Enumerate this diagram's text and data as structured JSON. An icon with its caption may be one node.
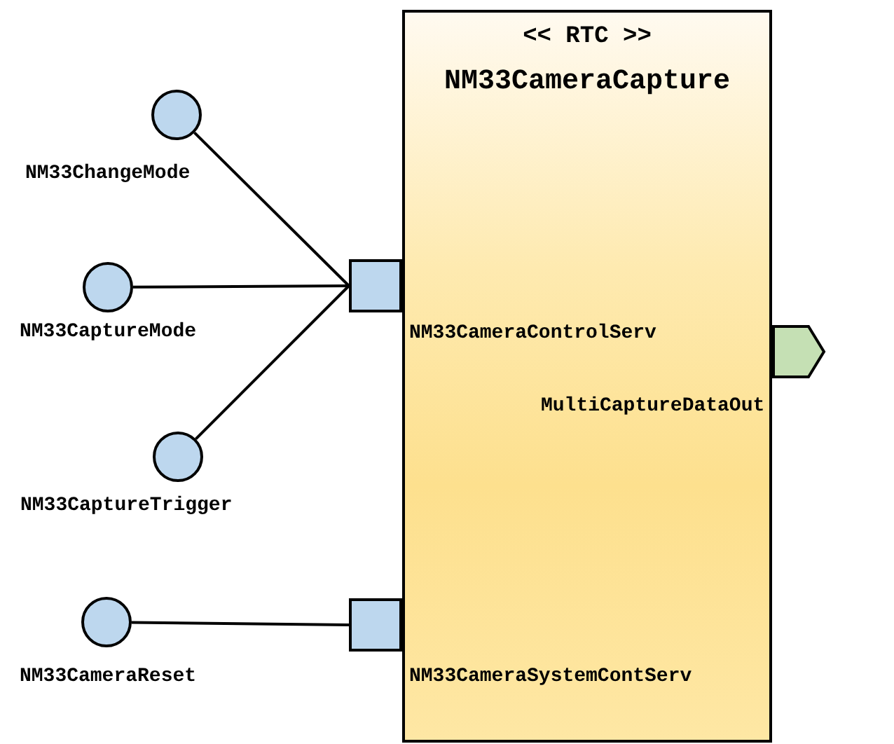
{
  "diagram": {
    "nodes": [
      {
        "text": [
          "<< RTC >>",
          "NM33CameraCapture"
        ]
      },
      {
        "text": [],
        "shape": "box"
      },
      {
        "text": [],
        "shape": "box"
      },
      {
        "text": [],
        "shape": "pentagon"
      },
      {
        "text": [],
        "shape": "circle",
        "beside": [
          "NM33ChangeMode"
        ]
      },
      {
        "text": [],
        "shape": "circle",
        "beside": [
          "NM33CaptureMode"
        ]
      },
      {
        "text": [],
        "shape": "circle",
        "beside": [
          "NM33CaptureTrigger"
        ]
      },
      {
        "text": [],
        "shape": "circle",
        "beside": [
          "NM33CameraReset"
        ]
      }
    ],
    "edges": [
      {
        "from": 4,
        "to": 1,
        "arrow": "none"
      },
      {
        "from": 5,
        "to": 1,
        "arrow": "none"
      },
      {
        "from": 6,
        "to": 1,
        "arrow": "none"
      },
      {
        "from": 7,
        "to": 2,
        "arrow": "none"
      }
    ],
    "labels": [
      "NM33CameraControlServ",
      "MultiCaptureDataOut",
      "NM33CameraSystemContServ"
    ]
  }
}
